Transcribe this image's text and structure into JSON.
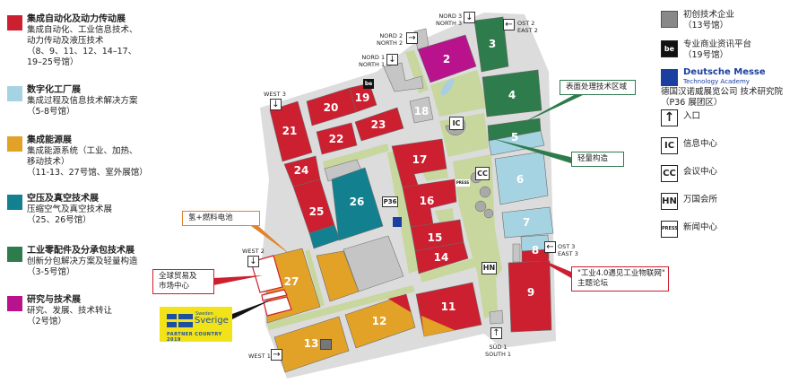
{
  "legend": [
    {
      "title": "集成自动化及动力传动展",
      "lines": [
        "集成自动化、工业信息技术、",
        "动力传动及液压技术",
        "（8、9、11、12、14–17、",
        "19–25号馆）"
      ],
      "color": "#cc1f30"
    },
    {
      "title": "数字化工厂展",
      "lines": [
        "集成过程及信息技术解决方案",
        "（5-8号馆）"
      ],
      "color": "#a5d3e2"
    },
    {
      "title": "集成能源展",
      "lines": [
        "集成能源系统（工业、加热、",
        "移动技术）",
        "（11-13、27号馆、室外展馆）"
      ],
      "color": "#e2a227"
    },
    {
      "title": "空压及真空技术展",
      "lines": [
        "压缩空气及真空技术展",
        "（25、26号馆）"
      ],
      "color": "#12808f"
    },
    {
      "title": "工业零配件及分承包技术展",
      "lines": [
        "创新分包解决方案及轻量构造",
        "（3-5号馆）"
      ],
      "color": "#2e7b4c"
    },
    {
      "title": "研究与技术展",
      "lines": [
        "研究、发展、技术转让",
        "（2号馆）"
      ],
      "color": "#b8128c"
    }
  ],
  "right_legend": [
    {
      "icon": "startup-logo-icon",
      "lines": [
        "初创技术企业",
        "（13号馆）"
      ]
    },
    {
      "icon": "be-logo-icon",
      "lines": [
        "专业商业资讯平台",
        "（19号馆）"
      ]
    },
    {
      "icon": "deutsche-messe-logo-icon",
      "brand": "Deutsche Messe",
      "sub": "Technology Academy",
      "lines": [
        "德国汉诺威展览公司 技术研究院",
        "（P36 展团区）"
      ]
    },
    {
      "icon": "entrance-arrow-icon",
      "symbol": "↑",
      "lines": [
        "入口"
      ]
    },
    {
      "icon": "ic-icon",
      "symbol": "IC",
      "lines": [
        "信息中心"
      ]
    },
    {
      "icon": "cc-icon",
      "symbol": "CC",
      "lines": [
        "会议中心"
      ]
    },
    {
      "icon": "hn-icon",
      "symbol": "HN",
      "lines": [
        "万国会所"
      ]
    },
    {
      "icon": "press-icon",
      "symbol": "PRESS",
      "lines": [
        "新闻中心"
      ]
    }
  ],
  "halls": {
    "h2": "2",
    "h3": "3",
    "h4": "4",
    "h5": "5",
    "h6": "6",
    "h7": "7",
    "h8": "8",
    "h9": "9",
    "h11": "11",
    "h12": "12",
    "h13": "13",
    "h14": "14",
    "h15": "15",
    "h16": "16",
    "h17": "17",
    "h18": "18",
    "h19": "19",
    "h20": "20",
    "h21": "21",
    "h22": "22",
    "h23": "23",
    "h24": "24",
    "h25": "25",
    "h26": "26",
    "h27": "27"
  },
  "gates": {
    "west3": {
      "label": "WEST 3",
      "arrow": "↓"
    },
    "north1": {
      "l1": "NORD 1",
      "l2": "NORTH 1",
      "arrow": "↓"
    },
    "north2": {
      "l1": "NORD 2",
      "l2": "NORTH 2",
      "arrow": "→"
    },
    "north3": {
      "l1": "NORD 3",
      "l2": "NORTH 3",
      "arrow": "↓"
    },
    "east2": {
      "l1": "OST 2",
      "l2": "EAST 2",
      "arrow": "←"
    },
    "east3": {
      "l1": "OST 3",
      "l2": "EAST 3",
      "arrow": "←"
    },
    "south1": {
      "l1": "SÜD 1",
      "l2": "SOUTH 1",
      "arrow": "↑"
    },
    "west2": {
      "label": "WEST 2",
      "arrow": "↓"
    },
    "west1": {
      "label": "WEST 1",
      "arrow": "→"
    }
  },
  "markers": {
    "ic": "IC",
    "cc": "CC",
    "hn": "HN",
    "press": "PRESS",
    "p36": "P36"
  },
  "callouts": {
    "hydrogen": "氢+燃料电池",
    "global_trade_l1": "全球贸易及",
    "global_trade_l2": "市场中心",
    "surface": "表面处理技术区域",
    "lightweight": "轻量构造",
    "i40_l1": "\"工业4.0遇见工业物联网\"",
    "i40_l2": "主题论坛"
  },
  "partner": {
    "small": "Sweden",
    "big": "Sverige",
    "sub": "PARTNER COUNTRY 2019"
  }
}
